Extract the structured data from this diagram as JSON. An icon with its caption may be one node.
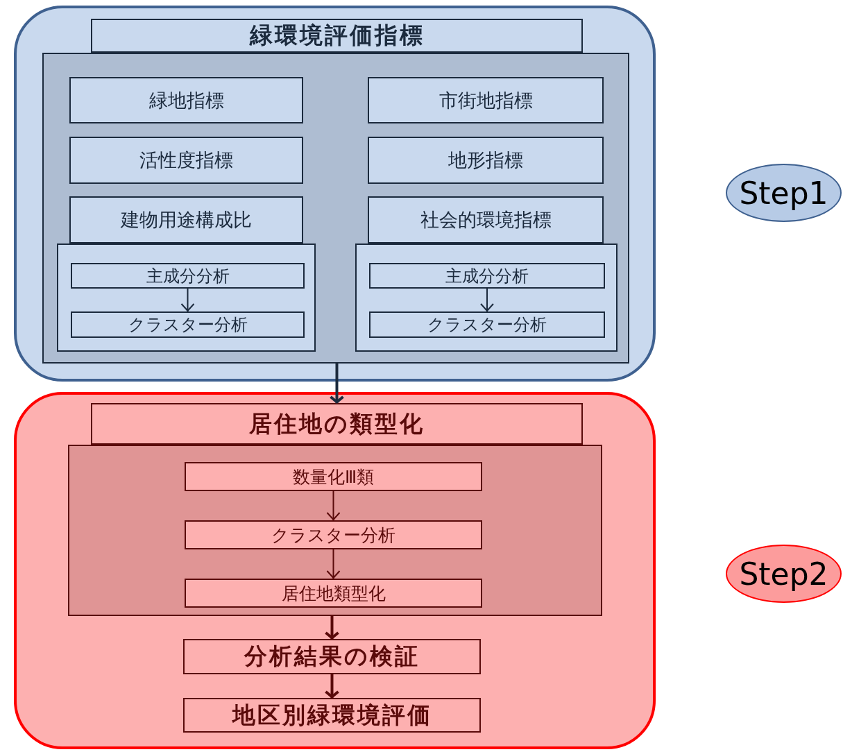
{
  "diagram": {
    "nodes": [
      {
        "text": [],
        "shape": "box"
      },
      {
        "text": [],
        "shape": "box",
        "in": 0
      },
      {
        "text": [
          "緑環境評価指標"
        ],
        "in": 0
      },
      {
        "text": [
          "緑地指標"
        ],
        "in": 1
      },
      {
        "text": [
          "市街地指標"
        ],
        "in": 1
      },
      {
        "text": [
          "活性度指標"
        ],
        "in": 1
      },
      {
        "text": [
          "地形指標"
        ],
        "in": 1
      },
      {
        "text": [],
        "shape": "box",
        "in": 1
      },
      {
        "text": [
          "建物用途構成比"
        ],
        "in": 1
      },
      {
        "text": [],
        "shape": "box",
        "in": 1
      },
      {
        "text": [
          "社会的環境指標"
        ],
        "in": 1
      },
      {
        "text": [
          "主成分分析"
        ],
        "in": 7
      },
      {
        "text": [
          "主成分分析"
        ],
        "in": 9
      },
      {
        "text": [
          "クラスター分析"
        ],
        "in": 7
      },
      {
        "text": [
          "クラスター分析"
        ],
        "in": 9
      },
      {
        "text": [],
        "shape": "box"
      },
      {
        "text": [],
        "shape": "box",
        "in": 15
      },
      {
        "text": [
          "居住地の類型化"
        ],
        "in": 15
      },
      {
        "text": [
          "数量化Ⅲ類"
        ],
        "in": 16
      },
      {
        "text": [
          "クラスター分析"
        ],
        "in": 16
      },
      {
        "text": [
          "居住地類型化"
        ],
        "in": 16
      },
      {
        "text": [
          "分析結果の検証"
        ],
        "in": 15
      },
      {
        "text": [
          "地区別緑環境評価"
        ],
        "in": 15
      },
      {
        "text": [
          "Step1"
        ]
      },
      {
        "text": [
          "Step2"
        ]
      }
    ],
    "edges": [
      {
        "from": 11,
        "to": 13,
        "arrow": "to",
        "color": "#1b2a3d"
      },
      {
        "from": 12,
        "to": 14,
        "arrow": "to",
        "color": "#1b2a3d"
      },
      {
        "from": 1,
        "to": 17,
        "arrow": "to",
        "style": "thick",
        "color": "#1b2a3d"
      },
      {
        "from": 18,
        "to": 19,
        "arrow": "to",
        "color": "#5a0a0a"
      },
      {
        "from": 19,
        "to": 20,
        "arrow": "to",
        "color": "#5a0a0a"
      },
      {
        "from": 16,
        "to": 21,
        "arrow": "to",
        "style": "thick",
        "color": "#5a0a0a"
      },
      {
        "from": 21,
        "to": 22,
        "arrow": "to",
        "style": "thick",
        "color": "#5a0a0a"
      }
    ]
  }
}
